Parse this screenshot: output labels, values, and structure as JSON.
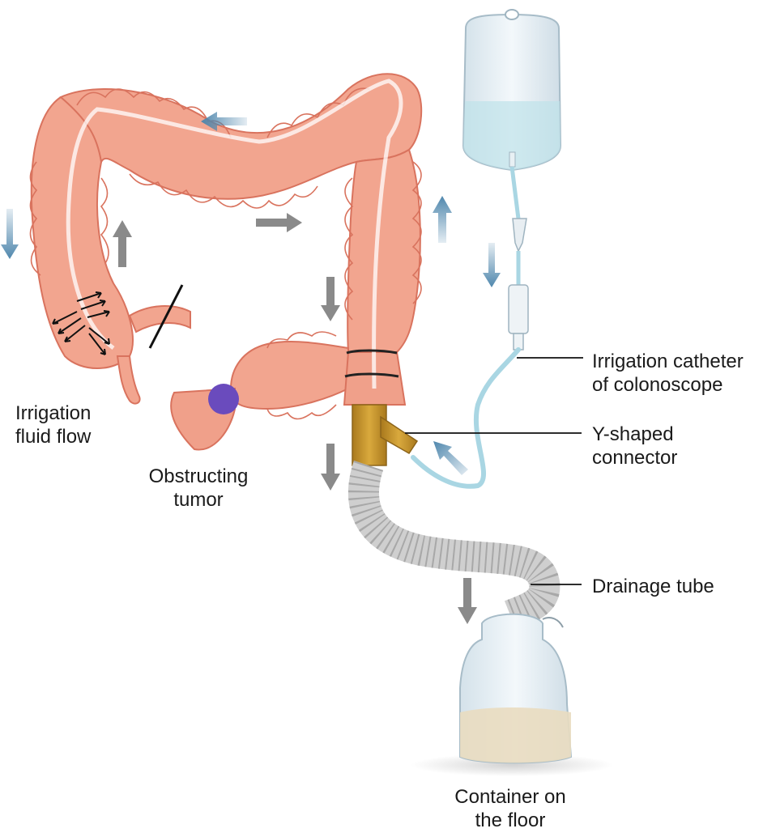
{
  "labels": {
    "irrigation_fluid_flow": {
      "line1": "Irrigation",
      "line2": "fluid flow"
    },
    "obstructing_tumor": {
      "line1": "Obstructing",
      "line2": "tumor"
    },
    "irrigation_catheter": {
      "line1": "Irrigation catheter",
      "line2": "of colonoscope"
    },
    "y_connector": {
      "line1": "Y-shaped",
      "line2": "connector"
    },
    "drainage_tube": {
      "line1": "Drainage tube"
    },
    "container": {
      "line1": "Container on",
      "line2": "the floor"
    }
  },
  "colors": {
    "colon": "#f2a58f",
    "colon_outline": "#d9735e",
    "tumor": "#6a4bbd",
    "connector": "#c8962b",
    "tube": "#d9d9d9",
    "bag": "#e3edf3",
    "fluid": "#bfe3ea",
    "drain_fluid": "#e9dcc0",
    "arrow_blue": "#4f87ad",
    "arrow_gray": "#8a8a8a"
  }
}
